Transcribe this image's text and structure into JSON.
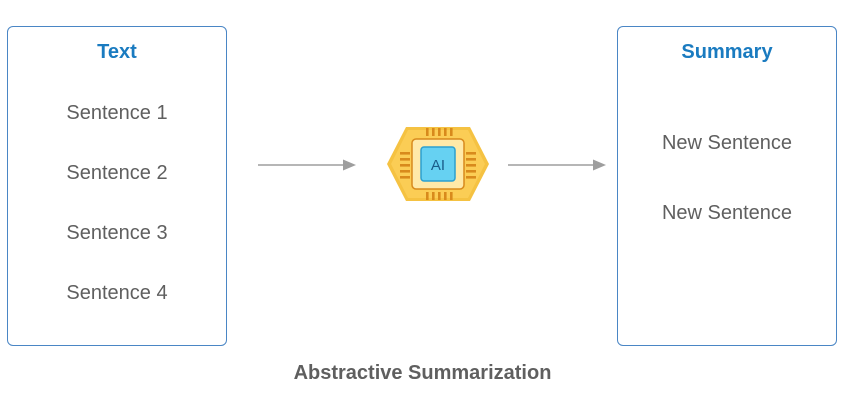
{
  "text_box": {
    "title": "Text",
    "sentences": [
      "Sentence 1",
      "Sentence 2",
      "Sentence 3",
      "Sentence 4"
    ]
  },
  "summary_box": {
    "title": "Summary",
    "sentences": [
      "New Sentence",
      "New Sentence"
    ]
  },
  "ai_chip": {
    "label": "AI",
    "icon": "ai-chip-icon"
  },
  "caption": "Abstractive Summarization",
  "colors": {
    "box_border": "#4a86c5",
    "title": "#1a7bc0",
    "body_text": "#5f5f5f",
    "arrow": "#9e9e9e",
    "chip_outer": "#f5c242",
    "chip_inner": "#66d1f2"
  }
}
